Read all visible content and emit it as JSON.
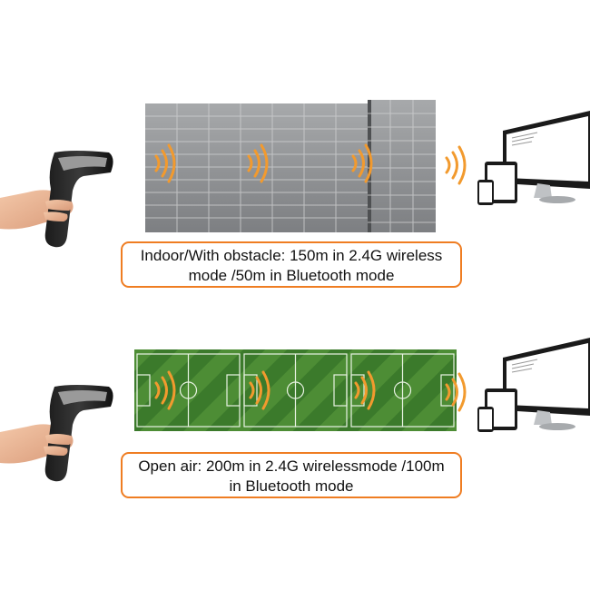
{
  "sections": [
    {
      "id": "indoor",
      "caption_lines": [
        "Indoor/With obstacle: 150m in 2.4G wireless",
        "mode /50m in Bluetooth mode"
      ]
    },
    {
      "id": "outdoor",
      "caption_lines": [
        "Open air: 200m in 2.4G wirelessmode /100m",
        "in Bluetooth mode"
      ]
    }
  ],
  "icons": {
    "scanner": "barcode-scanner-icon",
    "signal": "wireless-signal-icon",
    "monitor": "desktop-monitor-icon",
    "tablet": "tablet-icon",
    "phone": "phone-icon"
  },
  "colors": {
    "accent": "#ef7d22",
    "signal": "#f29a2e",
    "wall": "#8f9193",
    "field": "#3f7d2c"
  }
}
